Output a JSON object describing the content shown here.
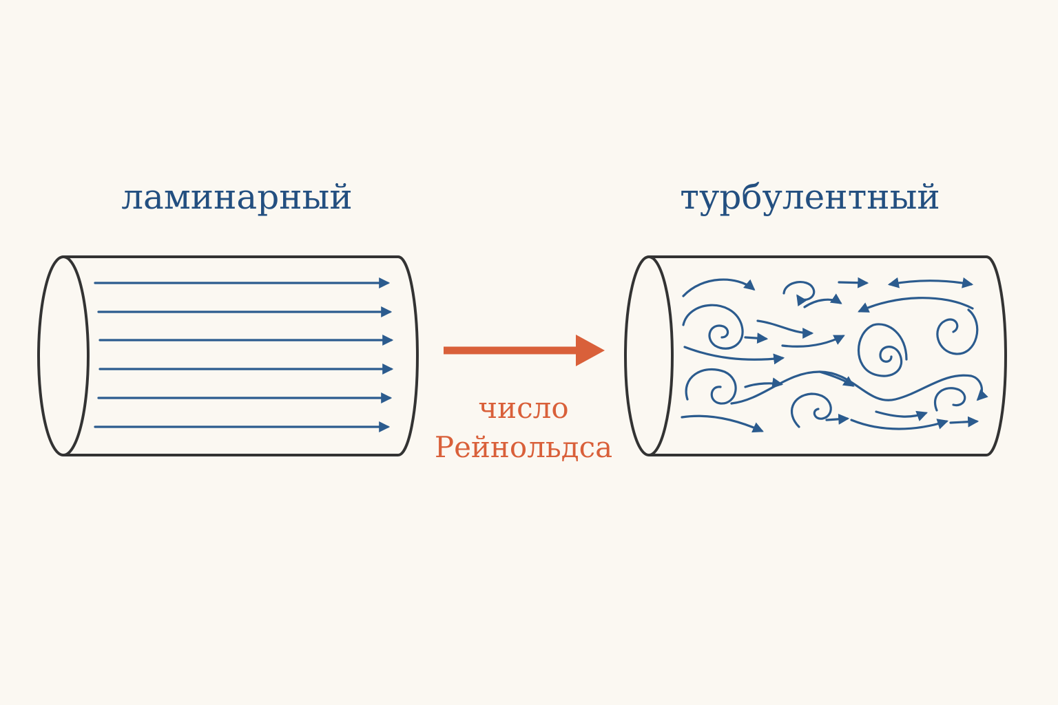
{
  "diagram": {
    "laminar": {
      "label": "ламинарный"
    },
    "turbulent": {
      "label": "турбулентный"
    },
    "transition": {
      "label_line1": "число",
      "label_line2": "Рейнольдса"
    }
  },
  "colors": {
    "background": "#fbf8f2",
    "flow": "#2b5b8e",
    "title": "#234f80",
    "reynolds": "#d9603a",
    "outline": "#333333"
  }
}
